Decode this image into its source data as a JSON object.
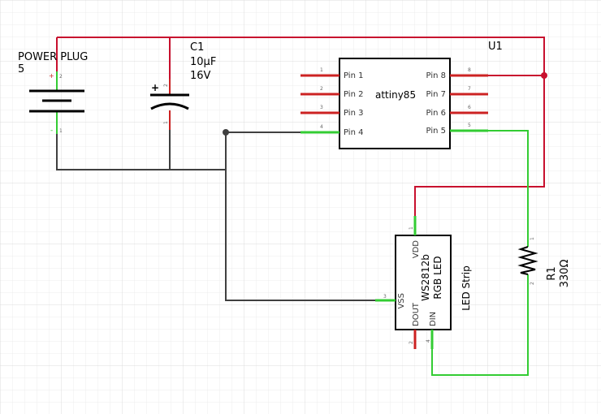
{
  "colors": {
    "wire_red": "#c8102e",
    "wire_green": "#33cc33",
    "wire_black": "#404040",
    "pin_red": "#cc2222",
    "grid": "#e6e6e6",
    "grid_major": "#d8d8d8"
  },
  "power_plug": {
    "name": "POWER PLUG",
    "value": "5",
    "pin_plus": "+",
    "pin_plus_num": "2",
    "pin_minus": "-",
    "pin_minus_num": "1"
  },
  "c1": {
    "name": "C1",
    "value": "10µF",
    "voltage": "16V",
    "polarity": "+",
    "pin_top_num": "2",
    "pin_bottom_num": "1"
  },
  "u1": {
    "name": "U1",
    "part": "attiny85",
    "left_pins": [
      {
        "num": "1",
        "label": "Pin 1"
      },
      {
        "num": "2",
        "label": "Pin 2"
      },
      {
        "num": "3",
        "label": "Pin 3"
      },
      {
        "num": "4",
        "label": "Pin 4"
      }
    ],
    "right_pins": [
      {
        "num": "8",
        "label": "Pin 8"
      },
      {
        "num": "7",
        "label": "Pin 7"
      },
      {
        "num": "6",
        "label": "Pin 6"
      },
      {
        "num": "5",
        "label": "Pin 5"
      }
    ]
  },
  "led": {
    "line1": "WS2812b",
    "line2": "RGB LED",
    "strip_label": "LED Strip",
    "pins": {
      "vdd": "VDD",
      "vss": "VSS",
      "dout": "DOUT",
      "din": "DIN",
      "vdd_num": "1",
      "vss_num": "3",
      "dout_num": "2",
      "din_num": "4"
    }
  },
  "r1": {
    "name": "R1",
    "value": "330Ω",
    "pin_top_num": "1",
    "pin_bottom_num": "2"
  }
}
